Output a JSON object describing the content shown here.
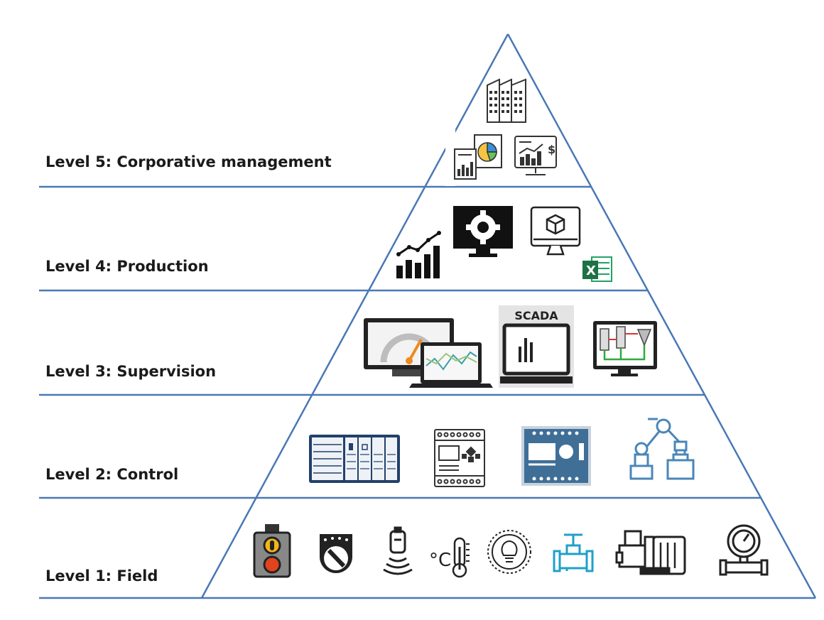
{
  "pyramid": {
    "line_color": "#4a78b5",
    "levels": [
      {
        "label": "Level 5: Corporative management",
        "icons": [
          "factory-buildings-icon",
          "reports-pie-chart-icon",
          "financial-dashboard-icon"
        ]
      },
      {
        "label": "Level 4: Production",
        "icons": [
          "growth-chart-icon",
          "gear-monitor-icon",
          "cube-monitor-icon",
          "excel-icon"
        ]
      },
      {
        "label": "Level 3: Supervision",
        "icons": [
          "gauge-monitors-icon",
          "scada-laptop-icon",
          "process-monitor-icon"
        ]
      },
      {
        "label": "Level 2: Control",
        "icons": [
          "plc-rack-icon",
          "logic-controller-icon",
          "control-board-icon",
          "robot-arm-icon"
        ]
      },
      {
        "label": "Level 1: Field",
        "icons": [
          "push-button-station-icon",
          "selector-switch-icon",
          "proximity-sensor-icon",
          "thermometer-icon",
          "light-sensor-icon",
          "valve-icon",
          "motor-icon",
          "pressure-gauge-icon"
        ]
      }
    ],
    "scada_text": "SCADA",
    "excel_letter": "X",
    "thermo_unit": "°C"
  }
}
